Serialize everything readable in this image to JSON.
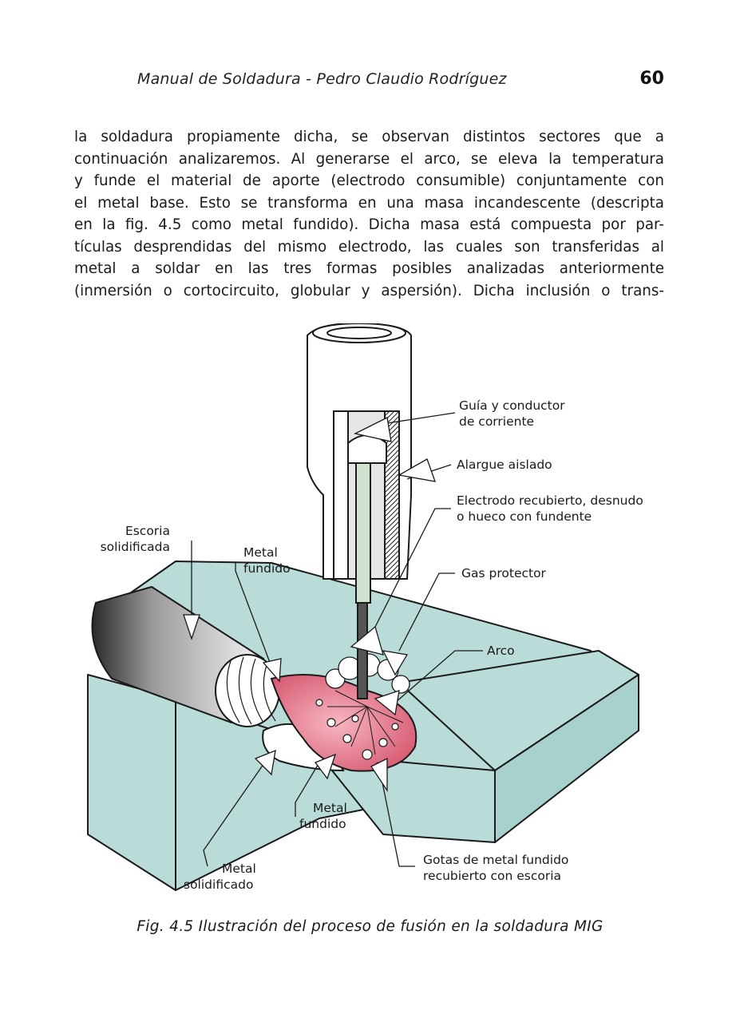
{
  "header": {
    "title": "Manual de Soldadura - Pedro Claudio Rodríguez",
    "page_number": "60"
  },
  "body": {
    "lines": [
      "la soldadura propiamente dicha, se observan distintos sectores que a",
      "continuación analizaremos. Al generarse el arco, se eleva la temperatura",
      "y funde el material de aporte (electrodo consumible) conjuntamente con",
      "el metal base. Esto se transforma en una masa incandescente (descripta",
      "en la fig. 4.5 como metal fundido). Dicha masa está compuesta por par-",
      "tículas desprendidas del mismo electrodo, las cuales son transferidas al",
      "metal a soldar en las tres formas posibles analizadas anteriormente",
      "(inmersión o cortocircuito, globular y aspersión). Dicha inclusión o trans-"
    ]
  },
  "figure": {
    "labels": {
      "guia_1": "Guía y conductor",
      "guia_2": "de corriente",
      "alargue": "Alargue aislado",
      "electrodo_1": "Electrodo recubierto, desnudo",
      "electrodo_2": "o hueco con fundente",
      "gas": "Gas protector",
      "arco": "Arco",
      "escoria_1": "Escoria",
      "escoria_2": "solidificada",
      "metal_fundido_top_1": "Metal",
      "metal_fundido_top_2": "fundido",
      "metal_fundido_bottom_1": "Metal",
      "metal_fundido_bottom_2": "fundido",
      "metal_solidificado_1": "Metal",
      "metal_solidificado_2": "solidificado",
      "gotas_1": "Gotas de metal fundido",
      "gotas_2": "recubierto con escoria"
    },
    "colors": {
      "base_metal": "#b9dcd9",
      "base_metal_dark": "#9fc9c5",
      "molten_pool": "#e07a8c",
      "electrode": "#cfe3cf",
      "slag": "#555555",
      "outline": "#1a1a1a"
    }
  },
  "caption": "Fig. 4.5  Ilustración del proceso de fusión en la soldadura MIG"
}
